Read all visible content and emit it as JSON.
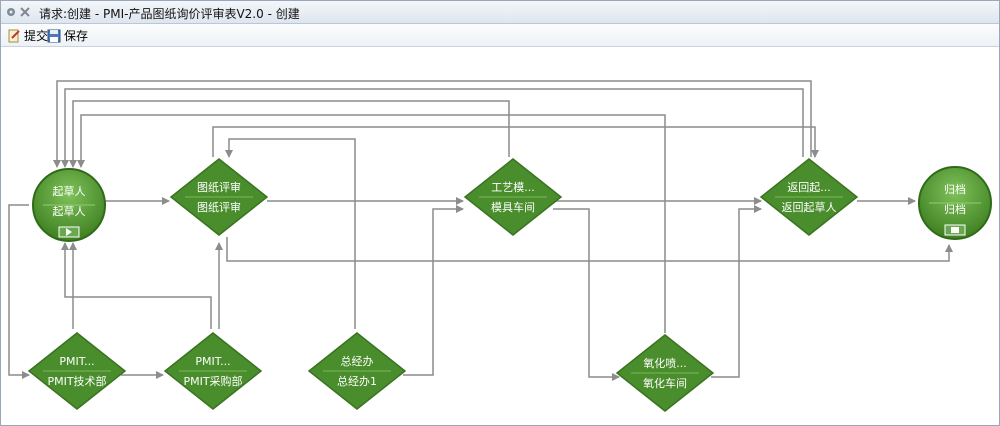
{
  "window": {
    "title": "请求:创建 - PMI-产品图纸询价评审表V2.0 - 创建"
  },
  "toolbar": {
    "submit_label": "提交",
    "save_label": "保存"
  },
  "nodes": {
    "start": {
      "line1": "起草人",
      "line2": "起草人"
    },
    "drawing": {
      "line1": "图纸评审",
      "line2": "图纸评审"
    },
    "process": {
      "line1": "工艺模...",
      "line2": "模具车间"
    },
    "return": {
      "line1": "返回起...",
      "line2": "返回起草人"
    },
    "archive": {
      "line1": "归档",
      "line2": "归档"
    },
    "pmit_tech": {
      "line1": "PMIT...",
      "line2": "PMIT技术部"
    },
    "pmit_purchase": {
      "line1": "PMIT...",
      "line2": "PMIT采购部"
    },
    "gm_office": {
      "line1": "总经办",
      "line2": "总经办1"
    },
    "oxidation": {
      "line1": "氧化喷...",
      "line2": "氧化车间"
    }
  },
  "colors": {
    "node_green": "#4a8d2c",
    "node_dark": "#3a7420",
    "arrow": "#8c8c8c"
  }
}
